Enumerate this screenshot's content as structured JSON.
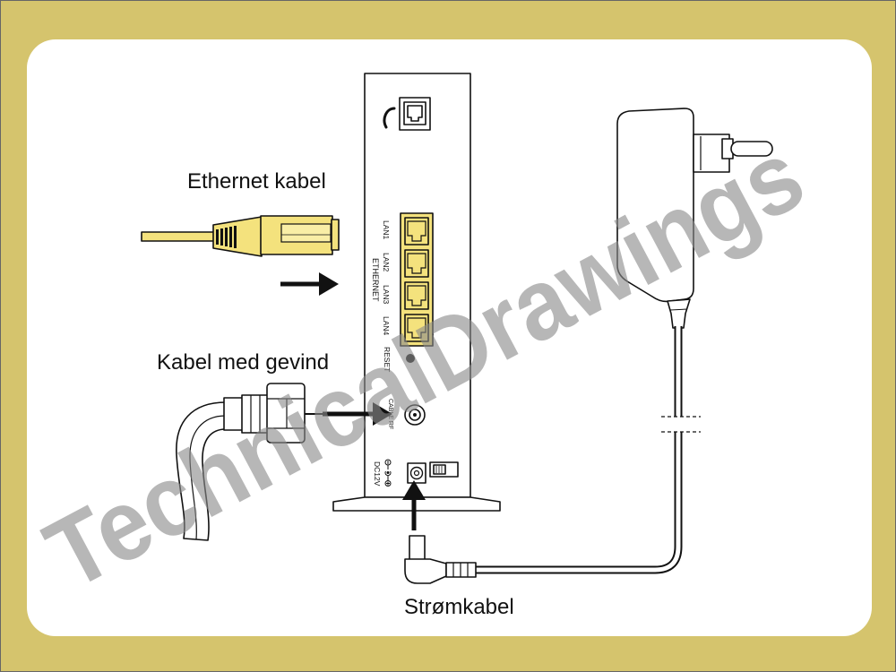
{
  "captions": {
    "ethernet_cable": "Ethernet kabel",
    "threaded_cable": "Kabel med gevind",
    "power_cable": "Strømkabel"
  },
  "router_labels": {
    "lan1": "LAN1",
    "lan2": "LAN2",
    "lan3": "LAN3",
    "lan4": "LAN4",
    "ethernet": "ETHERNET",
    "reset": "RESET",
    "cable_rf": "CABLE RF",
    "dc_input": "DC12V"
  },
  "watermark": "TechnicalDrawings",
  "colors": {
    "frame": "#d5c46d",
    "panel": "#ffffff",
    "cable_yellow": "#f4e27d",
    "watermark": "#8a8a8a"
  }
}
